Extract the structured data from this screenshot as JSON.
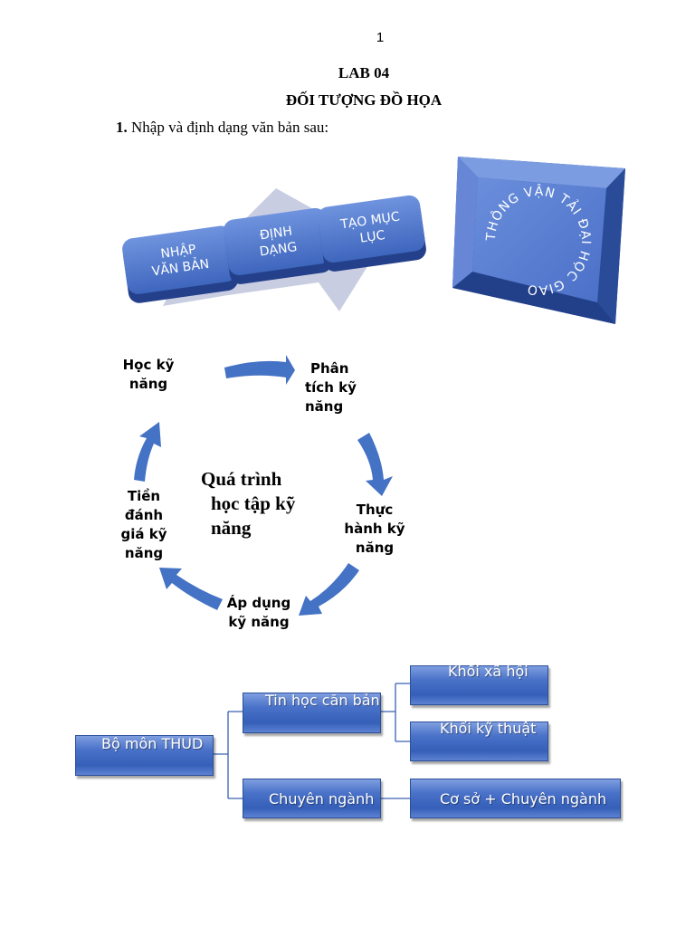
{
  "page": {
    "number": "1"
  },
  "header": {
    "lab_title": "LAB 04",
    "subtitle": "ĐỐI TƯỢNG ĐỒ HỌA"
  },
  "instruction": {
    "number": "1.",
    "text": "Nhập và định dạng văn bản sau:"
  },
  "process": {
    "steps": [
      {
        "line1": "NHẬP",
        "line2": "VĂN BẢN"
      },
      {
        "line1": "ĐỊNH",
        "line2": "DẠNG"
      },
      {
        "line1": "TẠO MỤC",
        "line2": "LỤC"
      }
    ]
  },
  "plaque": {
    "curved_text": "THÔNG VẬN TẢI ĐẠI HỌC GIAO"
  },
  "cycle": {
    "center": {
      "line1": "Quá trình",
      "line2": "học tập kỹ",
      "line3": "năng"
    },
    "nodes": {
      "hoc": {
        "line1": "Học kỹ",
        "line2": "năng"
      },
      "phan_tich": {
        "line1": "Phân",
        "line2": "tích kỹ",
        "line3": "năng"
      },
      "thuc_hanh": {
        "line1": "Thực",
        "line2": "hành kỹ",
        "line3": "năng"
      },
      "ap_dung": {
        "line1": "Áp dụng",
        "line2": "kỹ năng"
      },
      "tien_danh_gia": {
        "line1": "Tiền",
        "line2": "đánh",
        "line3": "giá kỹ",
        "line4": "năng"
      }
    }
  },
  "org_chart": {
    "root": "Bộ môn THUD",
    "tin_hoc": "Tin học căn bản",
    "khoi_xa_hoi": "Khối xã hội",
    "khoi_ky_thuat": "Khối kỹ thuật",
    "chuyen_nganh": "Chuyên ngành",
    "co_so_chuyen_nganh": "Cơ sở + Chuyên ngành"
  },
  "colors": {
    "accent_blue": "#4472C4",
    "dark_blue": "#2F5597",
    "arrow_gray": "#C9CDE2"
  }
}
